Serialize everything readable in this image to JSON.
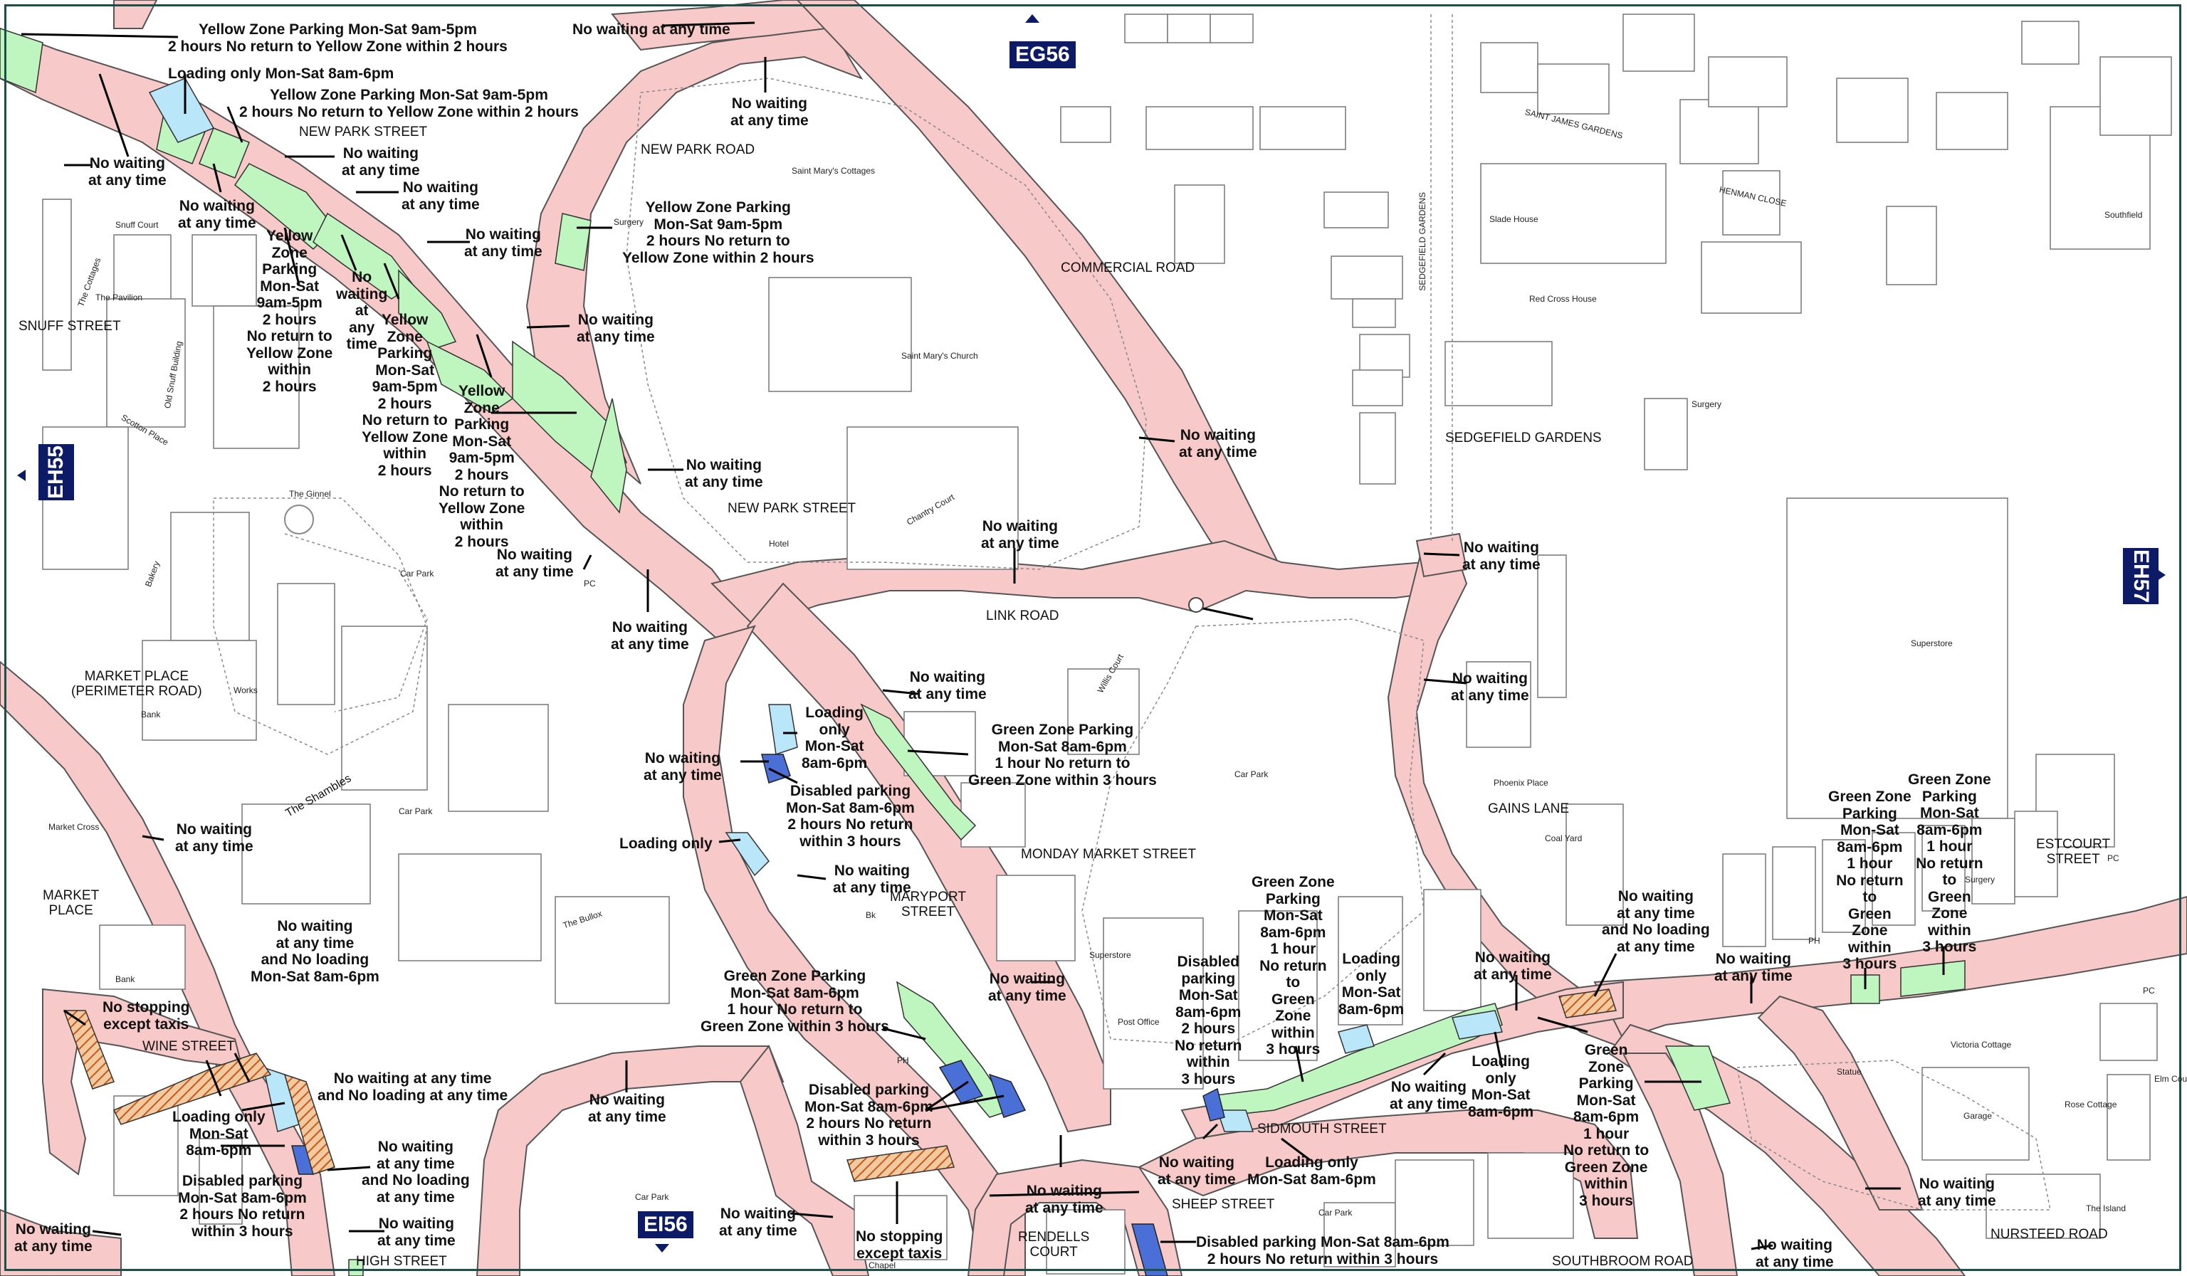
{
  "colors": {
    "no_waiting": "#f7c9c9",
    "green_zone": "#bff5bf",
    "yellow_zone": "#bff5bf",
    "loading": "#b9e6f8",
    "disabled": "#4a6fd6",
    "no_stopping": "#e7a35b",
    "grid_tag": "#0d1a66",
    "frame": "#1d4f4a"
  },
  "grid_refs": [
    {
      "id": "eg56",
      "label": "EG56",
      "arrow": "up"
    },
    {
      "id": "eh55",
      "label": "EH55",
      "arrow": "left"
    },
    {
      "id": "eh57",
      "label": "EH57",
      "arrow": "right"
    },
    {
      "id": "ei56",
      "label": "EI56",
      "arrow": "down"
    }
  ],
  "streets": {
    "new_park_street_1": "NEW PARK STREET",
    "new_park_road": "NEW PARK ROAD",
    "snuff_street": "SNUFF STREET",
    "commercial_road": "COMMERCIAL ROAD",
    "sedgefield_gardens": "SEDGEFIELD GARDENS",
    "new_park_street_2": "NEW PARK STREET",
    "link_road": "LINK ROAD",
    "market_place_perimeter": "MARKET PLACE\n(PERIMETER ROAD)",
    "gains_lane": "GAINS LANE",
    "monday_market_street": "MONDAY MARKET STREET",
    "market_place": "MARKET\nPLACE",
    "maryport_street": "MARYPORT\nSTREET",
    "estcourt_street": "ESTCOURT\nSTREET",
    "wine_street": "WINE STREET",
    "sidmouth_street": "SIDMOUTH STREET",
    "sheep_street": "SHEEP STREET",
    "high_street": "HIGH STREET",
    "rendells_court": "RENDELLS\nCOURT",
    "southbroom_road": "SOUTHBROOM ROAD",
    "nursteed_road": "NURSTEED ROAD",
    "sedgefield_gardens_vert": "SEDGEFIELD GARDENS",
    "saint_james_gardens": "SAINT JAMES GARDENS",
    "henman_close": "HENMAN CLOSE"
  },
  "places": {
    "saint_marys_cottages": "Saint Mary's Cottages",
    "saint_marys_church": "Saint Mary's Church",
    "surgery_1": "Surgery",
    "snuff_court": "Snuff Court",
    "the_pavilion": "The Pavilion",
    "the_ginnel": "The Ginnel",
    "car_park_1": "Car Park",
    "car_park_2": "Car Park",
    "car_park_3": "Car Park",
    "car_park_4": "Car Park",
    "car_park_5": "Car Park",
    "hotel": "Hotel",
    "chantry_court": "Chantry Court",
    "bank_1": "Bank",
    "works": "Works",
    "the_shambles": "The Shambles",
    "market_cross": "Market Cross",
    "bank_2": "Bank",
    "the_bullox": "The Bullox",
    "superstore_1": "Superstore",
    "post_office": "Post Office",
    "slade_house": "Slade House",
    "red_cross_house": "Red Cross House",
    "surgery_2": "Surgery",
    "southfield": "Southfield",
    "superstore_2": "Superstore",
    "phoenix_place": "Phoenix Place",
    "coal_yard": "Coal Yard",
    "surgery_3": "Surgery",
    "victoria_cottage": "Victoria Cottage",
    "statue": "Statue",
    "garage": "Garage",
    "rose_cottage": "Rose Cottage",
    "the_island": "The Island",
    "chapel": "Chapel",
    "bakery": "Bakery",
    "old_snuff_building": "Old Snuff Building",
    "the_cottages": "The Cottages",
    "scotton_place": "Scotton Place",
    "willis_court": "Willis Court",
    "pc_1": "PC",
    "pc_2": "PC",
    "pc_3": "PH",
    "pc_4": "PH",
    "pc_5": "PC",
    "elm_court": "Elm Court",
    "bk": "Bk"
  },
  "restrictions": {
    "r1": "Yellow Zone Parking Mon-Sat 9am-5pm\n2 hours No return to Yellow Zone within 2 hours",
    "r2": "No waiting at any time",
    "r3": "Loading only Mon-Sat 8am-6pm",
    "r4": "Yellow Zone Parking Mon-Sat 9am-5pm\n2 hours No return to Yellow Zone within 2 hours",
    "r5": "No waiting\nat any time",
    "r6": "No waiting\nat any time",
    "r7": "No waiting\nat any time",
    "r8": "No waiting\nat any time",
    "r9": "No waiting\nat any time",
    "r10": "Yellow Zone Parking\nMon-Sat 9am-5pm\n2 hours No return to\nYellow Zone within 2 hours",
    "r11": "No waiting\nat any time",
    "r12": "Yellow\nZone\nParking\nMon-Sat\n9am-5pm\n2 hours\nNo return to\nYellow Zone\nwithin\n2 hours",
    "r13": "No\nwaiting\nat\nany\ntime",
    "r14": "Yellow\nZone\nParking\nMon-Sat\n9am-5pm\n2 hours\nNo return to\nYellow Zone\nwithin\n2 hours",
    "r15": "Yellow\nZone\nParking\nMon-Sat\n9am-5pm\n2 hours\nNo return to\nYellow Zone\nwithin\n2 hours",
    "r16": "No waiting\nat any time",
    "r17": "No waiting\nat any time",
    "r18": "No waiting\nat any time",
    "r19": "No waiting\nat any time",
    "r20": "No waiting\nat any time",
    "r21": "No waiting\nat any time",
    "r22": "No waiting\nat any time",
    "r23": "Loading\nonly\nMon-Sat\n8am-6pm",
    "r24": "No waiting\nat any time",
    "r25": "Green Zone Parking\nMon-Sat 8am-6pm\n1 hour No return to\nGreen Zone within 3 hours",
    "r26": "No waiting\nat any time",
    "r27": "Disabled parking\nMon-Sat 8am-6pm\n2 hours No return\nwithin 3 hours",
    "r28": "No waiting\nat any time",
    "r29": "Loading only",
    "r30": "No waiting\nat any time",
    "r31": "No waiting\nat any time\nand No loading\nMon-Sat 8am-6pm",
    "r32": "No stopping\nexcept taxis",
    "r33": "Green Zone Parking\nMon-Sat 8am-6pm\n1 hour No return to\nGreen Zone within 3 hours",
    "r34": "No waiting\nat any time",
    "r35": "No waiting at any time\nand No loading at any time",
    "r36": "Loading only\nMon-Sat\n8am-6pm",
    "r37": "No waiting\nat any time\nand No loading\nat any time",
    "r38": "Disabled parking\nMon-Sat 8am-6pm\n2 hours No return\nwithin 3 hours",
    "r39": "No waiting\nat any time",
    "r40": "No waiting\nat any time",
    "r41": "No waiting\nat any time",
    "r42": "Disabled parking\nMon-Sat 8am-6pm\n2 hours No return\nwithin 3 hours",
    "r43": "No waiting\nat any time",
    "r44": "No stopping\nexcept taxis",
    "r45": "No waiting\nat any time",
    "r46": "Disabled parking Mon-Sat 8am-6pm\n2 hours No return within 3 hours",
    "r47": "Green Zone\nParking\nMon-Sat\n8am-6pm\n1 hour\nNo return\nto\nGreen\nZone\nwithin\n3 hours",
    "r48": "Disabled\nparking\nMon-Sat\n8am-6pm\n2 hours\nNo return\nwithin\n3 hours",
    "r49": "Loading\nonly\nMon-Sat\n8am-6pm",
    "r50": "No waiting\nat any time",
    "r51": "No waiting\nat any time",
    "r52": "No waiting\nat any time\nand No loading\nat any time",
    "r53": "Loading\nonly\nMon-Sat\n8am-6pm",
    "r54": "Green\nZone\nParking\nMon-Sat\n8am-6pm\n1 hour\nNo return to\nGreen Zone\nwithin\n3 hours",
    "r55": "No waiting\nat any time",
    "r56": "Loading only\nMon-Sat 8am-6pm",
    "r57": "No waiting\nat any time",
    "r58": "No waiting\nat any time",
    "r59": "No waiting\nat any time",
    "r60": "No waiting\nat any time",
    "r61": "Green Zone\nParking\nMon-Sat\n8am-6pm\n1 hour\nNo return\nto\nGreen\nZone\nwithin\n3 hours",
    "r62": "Green Zone\nParking\nMon-Sat\n8am-6pm\n1 hour\nNo return\nto\nGreen\nZone\nwithin\n3 hours",
    "r63": "No waiting\nat any time",
    "r64": "No waiting\nat any time",
    "r65": "No waiting\nat any time",
    "r66": "No waiting\nat any time"
  }
}
